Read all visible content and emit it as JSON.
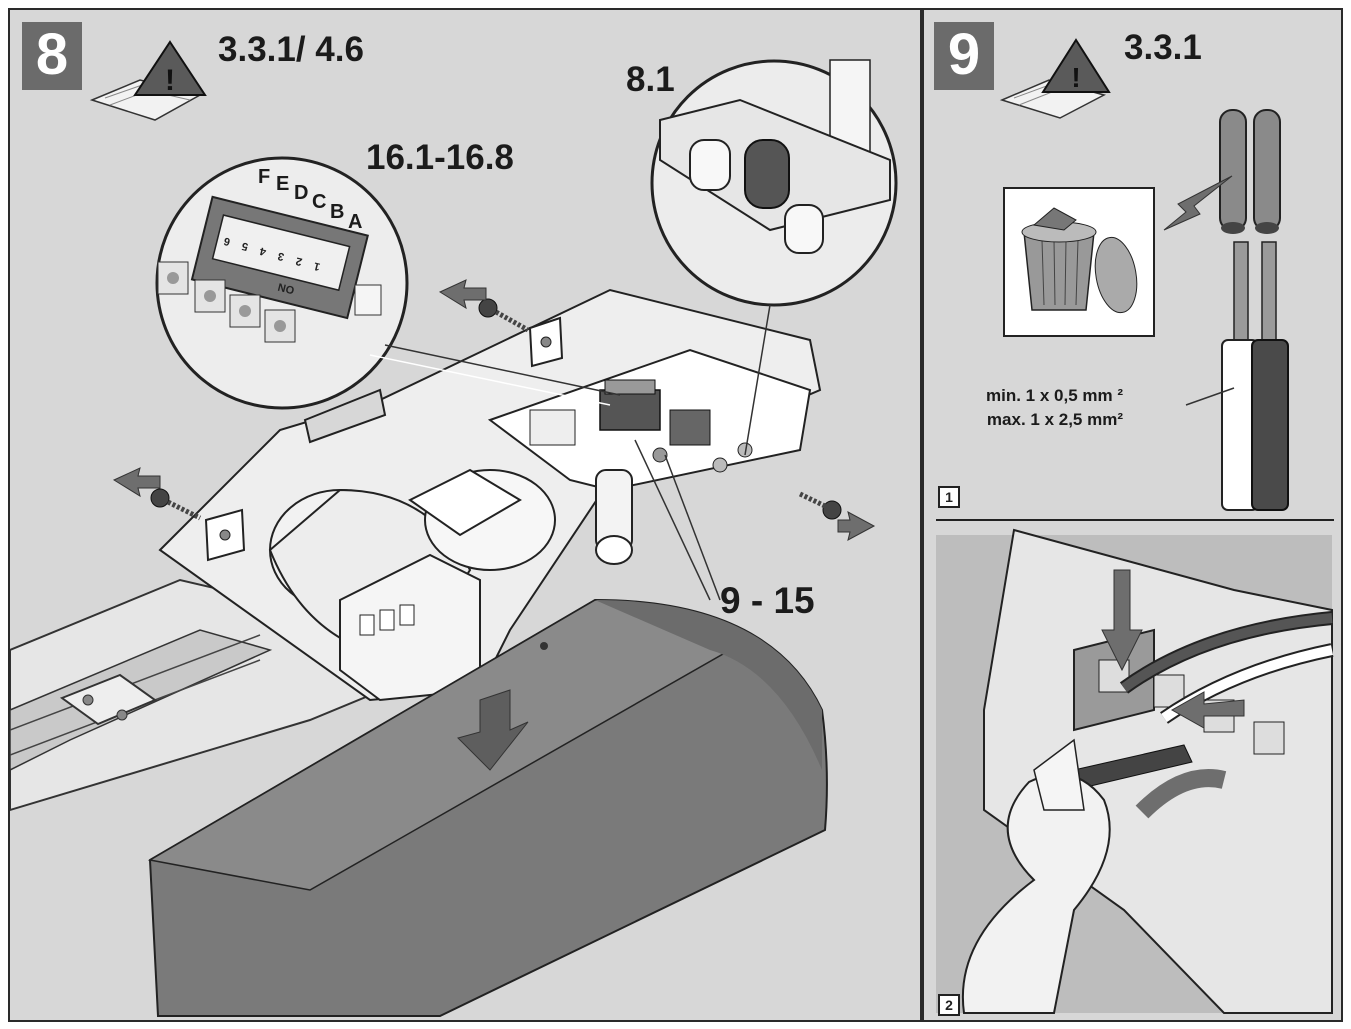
{
  "panel_8": {
    "step_number": "8",
    "manual_ref": "3.3.1/ 4.6",
    "dip_switch_ref": "16.1-16.8",
    "dip_switch_letters": [
      "F",
      "E",
      "D",
      "C",
      "B",
      "A"
    ],
    "dip_switch_numbers": [
      "6",
      "5",
      "4",
      "3",
      "2",
      "1"
    ],
    "dip_switch_on_label": "ON",
    "jumper_ref": "8.1",
    "terminal_ref": "9 - 15"
  },
  "panel_9": {
    "step_number": "9",
    "manual_ref": "3.3.1",
    "sub_1": {
      "number": "1",
      "wire_min": "min. 1 x 0,5 mm ²",
      "wire_max": "max. 1 x 2,5 mm²"
    },
    "sub_2": {
      "number": "2"
    }
  },
  "colors": {
    "panel_bg": "#d7d7d7",
    "step_badge": "#6b6b6b",
    "arrow": "#6e6e6e",
    "housing": "#7a7a7a"
  }
}
